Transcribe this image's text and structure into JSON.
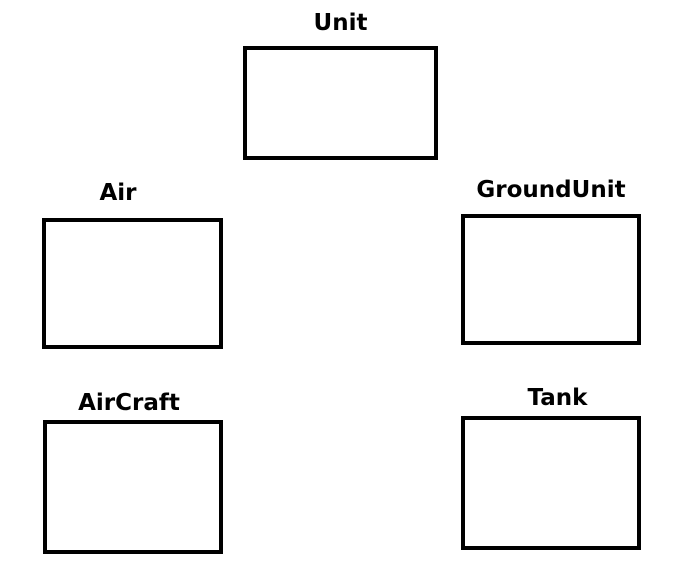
{
  "diagram": {
    "nodes": [
      {
        "id": "unit",
        "label": "Unit"
      },
      {
        "id": "air",
        "label": "Air"
      },
      {
        "id": "groundunit",
        "label": "GroundUnit"
      },
      {
        "id": "aircraft",
        "label": "AirCraft"
      },
      {
        "id": "tank",
        "label": "Tank"
      }
    ],
    "colors": {
      "box_border": "#000000",
      "background": "#ffffff",
      "text": "#000000"
    }
  }
}
